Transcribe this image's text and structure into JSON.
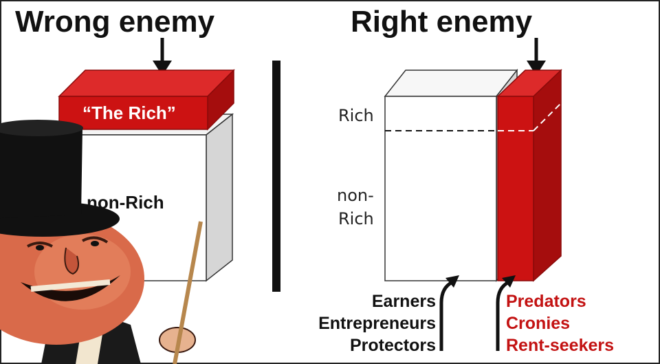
{
  "left_panel": {
    "title": "Wrong enemy",
    "rich_label": "“The Rich”",
    "nonrich_label": "non-Rich"
  },
  "right_panel": {
    "title": "Right enemy",
    "rich_label": "Rich",
    "nonrich_label_line1": "non-",
    "nonrich_label_line2": "Rich",
    "good_groups": [
      "Earners",
      "Entrepreneurs",
      "Protectors"
    ],
    "bad_groups": [
      "Predators",
      "Cronies",
      "Rent-seekers"
    ]
  },
  "colors": {
    "red_front": "#cc1212",
    "red_top": "#dd2a2a",
    "red_side": "#a50d0d",
    "grey_side": "#d6d6d6",
    "good_text": "#111111",
    "bad_text": "#c31212",
    "title_text": "#111111"
  },
  "icons": {
    "mascot": "top-hat-villain-with-pointer-stick"
  }
}
